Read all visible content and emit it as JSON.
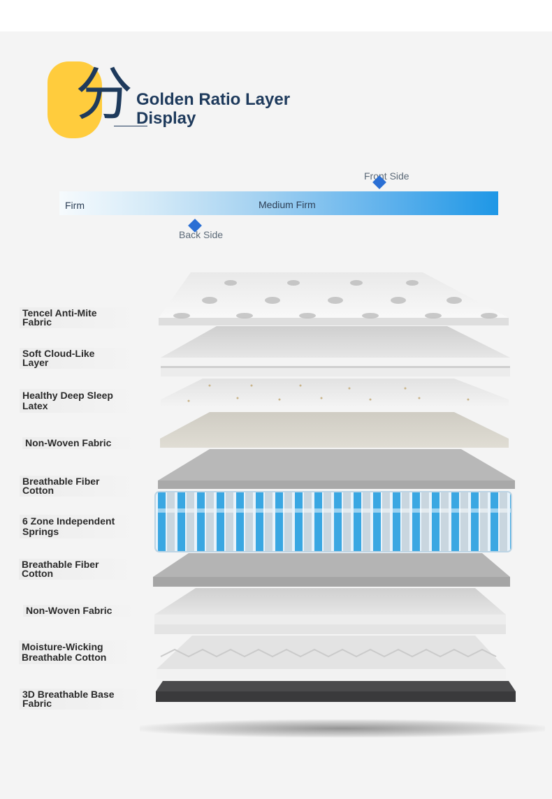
{
  "header": {
    "logo_char": "分",
    "title_line1": "Golden Ratio Layer",
    "title_line2": "Display"
  },
  "firmness": {
    "left_label": "Firm",
    "center_label": "Medium Firm",
    "front_marker": "Front Side",
    "back_marker": "Back Side"
  },
  "layers": [
    {
      "line1": "Tencel Anti-Mite",
      "line2": "Fabric"
    },
    {
      "line1": "Soft Cloud-Like",
      "line2": "Layer"
    },
    {
      "line1": "Healthy Deep Sleep",
      "line2": "Latex"
    },
    {
      "line1": "Non-Woven Fabric",
      "line2": ""
    },
    {
      "line1": "Breathable Fiber",
      "line2": "Cotton"
    },
    {
      "line1": "6 Zone Independent",
      "line2": "Springs"
    },
    {
      "line1": "Breathable Fiber",
      "line2": "Cotton"
    },
    {
      "line1": "Non-Woven Fabric",
      "line2": ""
    },
    {
      "line1": "Moisture-Wicking",
      "line2": "Breathable Cotton"
    },
    {
      "line1": "3D Breathable Base Fabric",
      "line2": ""
    }
  ],
  "colors": {
    "title": "#1e3a5c",
    "logo": "#ffcc3d",
    "marker": "#2b6fd4",
    "scale_end": "#1e97e6"
  }
}
